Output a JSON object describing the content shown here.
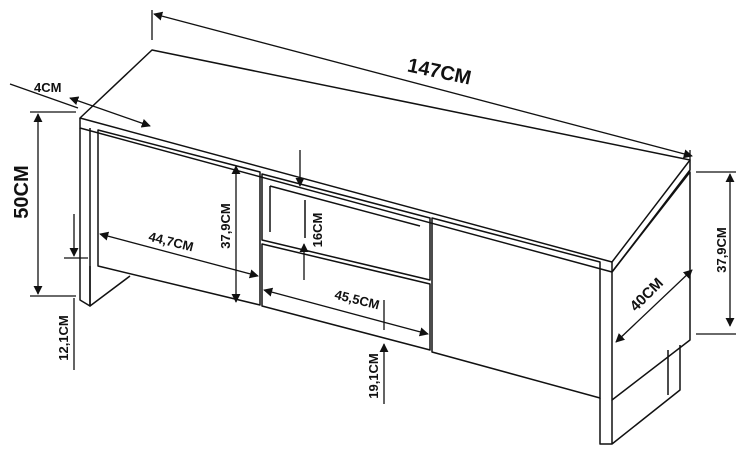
{
  "colors": {
    "line": "#111111",
    "background": "#ffffff"
  },
  "dimensions": {
    "total_width": "147CM",
    "total_height": "50CM",
    "top_thickness": "4CM",
    "leg_height": "12,1CM",
    "left_door_width": "44,7CM",
    "left_door_height": "37,9CM",
    "shelf_gap": "16CM",
    "drawer_width": "45,5CM",
    "drawer_height": "19,1CM",
    "depth": "40CM",
    "side_height": "37,9CM"
  }
}
